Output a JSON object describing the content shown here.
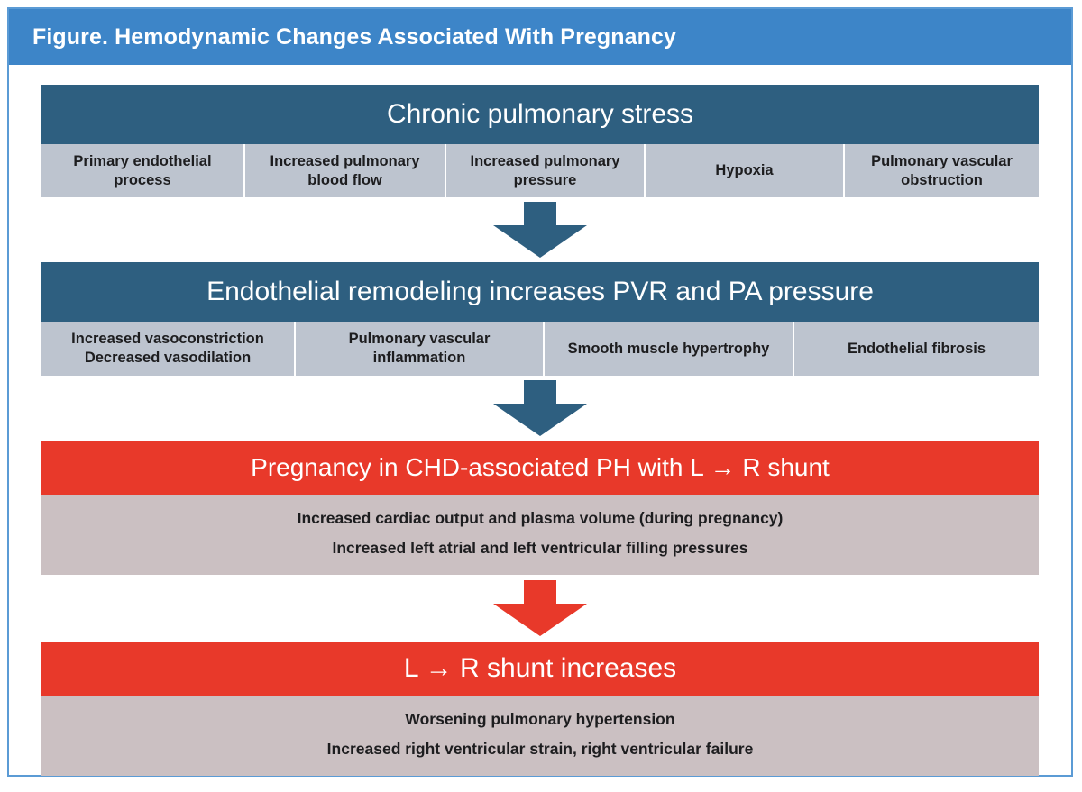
{
  "figure": {
    "title": "Figure. Hemodynamic Changes Associated With Pregnancy",
    "colors": {
      "title_bar": "#3d85c8",
      "frame_border": "#5b9bd5",
      "header_blue": "#2e5f80",
      "header_red": "#e8392a",
      "subcell_blue_gray": "#bdc4cf",
      "subcell_pink_gray": "#cbc0c2",
      "text_dark": "#1d1d1f",
      "text_light": "#ffffff"
    }
  },
  "flow": {
    "blocks": [
      {
        "id": "chronic-pulmonary-stress",
        "header": "Chronic pulmonary stress",
        "header_color": "blue",
        "layout": "columns",
        "cells": [
          "Primary endothelial process",
          "Increased pulmonary blood flow",
          "Increased pulmonary pressure",
          "Hypoxia",
          "Pulmonary vascular obstruction"
        ]
      },
      {
        "id": "endothelial-remodeling",
        "header": "Endothelial remodeling increases PVR and PA pressure",
        "header_color": "blue",
        "layout": "columns",
        "cells": [
          "Increased vasoconstriction Decreased vasodilation",
          "Pulmonary vascular inflammation",
          "Smooth muscle hypertrophy",
          "Endothelial fibrosis"
        ],
        "cell_lines": [
          [
            "Increased vasoconstriction",
            "Decreased vasodilation"
          ],
          [
            "Pulmonary vascular",
            "inflammation"
          ],
          [
            "Smooth muscle hypertrophy"
          ],
          [
            "Endothelial fibrosis"
          ]
        ]
      },
      {
        "id": "pregnancy-chd-ph",
        "header": "Pregnancy in CHD-associated PH with L → R shunt",
        "header_color": "red",
        "layout": "stack",
        "lines": [
          "Increased cardiac output and plasma volume (during pregnancy)",
          "Increased left atrial and left ventricular filling pressures"
        ]
      },
      {
        "id": "lr-shunt-increases",
        "header": "L → R shunt increases",
        "header_color": "red",
        "layout": "stack",
        "lines": [
          "Worsening pulmonary hypertension",
          "Increased right ventricular strain, right ventricular failure"
        ]
      }
    ],
    "arrows": [
      {
        "id": "arrow-1",
        "color": "#2e5f80",
        "direction": "down"
      },
      {
        "id": "arrow-2",
        "color": "#2e5f80",
        "direction": "down"
      },
      {
        "id": "arrow-3",
        "color": "#e8392a",
        "direction": "down"
      }
    ]
  },
  "cell_lines_row1": [
    [
      "Primary endothelial",
      "process"
    ],
    [
      "Increased pulmonary",
      "blood flow"
    ],
    [
      "Increased pulmonary",
      "pressure"
    ],
    [
      "Hypoxia"
    ],
    [
      "Pulmonary vascular",
      "obstruction"
    ]
  ]
}
